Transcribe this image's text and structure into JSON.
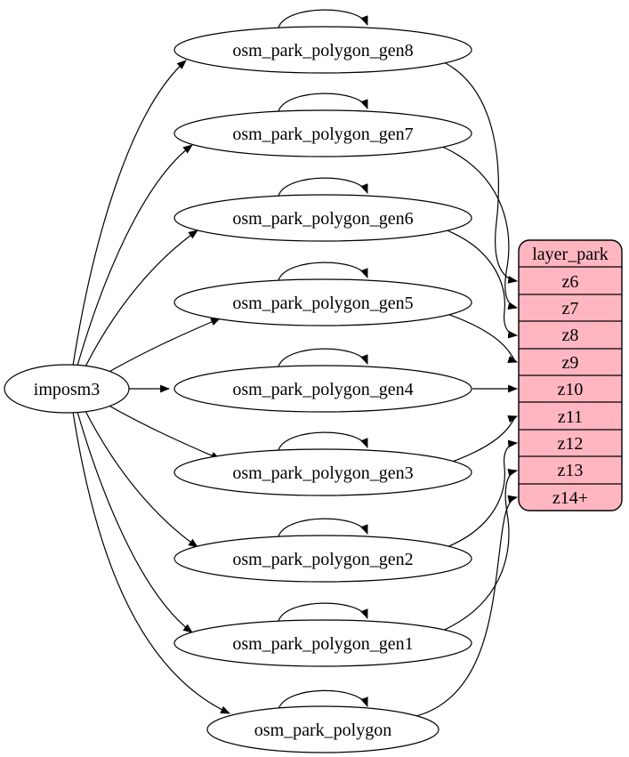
{
  "diagram": {
    "type": "graphviz-digraph",
    "source_node": {
      "label": "imposm3"
    },
    "nodes": [
      {
        "label": "osm_park_polygon_gen8"
      },
      {
        "label": "osm_park_polygon_gen7"
      },
      {
        "label": "osm_park_polygon_gen6"
      },
      {
        "label": "osm_park_polygon_gen5"
      },
      {
        "label": "osm_park_polygon_gen4"
      },
      {
        "label": "osm_park_polygon_gen3"
      },
      {
        "label": "osm_park_polygon_gen2"
      },
      {
        "label": "osm_park_polygon_gen1"
      },
      {
        "label": "osm_park_polygon"
      }
    ],
    "layer_table": {
      "title": "layer_park",
      "rows": [
        "z6",
        "z7",
        "z8",
        "z9",
        "z10",
        "z11",
        "z12",
        "z13",
        "z14+"
      ]
    },
    "edges": {
      "from_source": [
        "osm_park_polygon_gen8",
        "osm_park_polygon_gen7",
        "osm_park_polygon_gen6",
        "osm_park_polygon_gen5",
        "osm_park_polygon_gen4",
        "osm_park_polygon_gen3",
        "osm_park_polygon_gen2",
        "osm_park_polygon_gen1",
        "osm_park_polygon"
      ],
      "self_loops": [
        "osm_park_polygon_gen8",
        "osm_park_polygon_gen7",
        "osm_park_polygon_gen6",
        "osm_park_polygon_gen5",
        "osm_park_polygon_gen4",
        "osm_park_polygon_gen3",
        "osm_park_polygon_gen2",
        "osm_park_polygon_gen1",
        "osm_park_polygon"
      ],
      "to_table": [
        {
          "from": "osm_park_polygon_gen8",
          "to": "z6"
        },
        {
          "from": "osm_park_polygon_gen7",
          "to": "z7"
        },
        {
          "from": "osm_park_polygon_gen6",
          "to": "z8"
        },
        {
          "from": "osm_park_polygon_gen5",
          "to": "z9"
        },
        {
          "from": "osm_park_polygon_gen4",
          "to": "z10"
        },
        {
          "from": "osm_park_polygon_gen3",
          "to": "z11"
        },
        {
          "from": "osm_park_polygon_gen2",
          "to": "z12"
        },
        {
          "from": "osm_park_polygon_gen1",
          "to": "z13"
        },
        {
          "from": "osm_park_polygon",
          "to": "z14+"
        }
      ]
    },
    "colors": {
      "table_fill": "#ffb6c1",
      "node_fill": "#ffffff",
      "stroke": "#000000"
    }
  }
}
